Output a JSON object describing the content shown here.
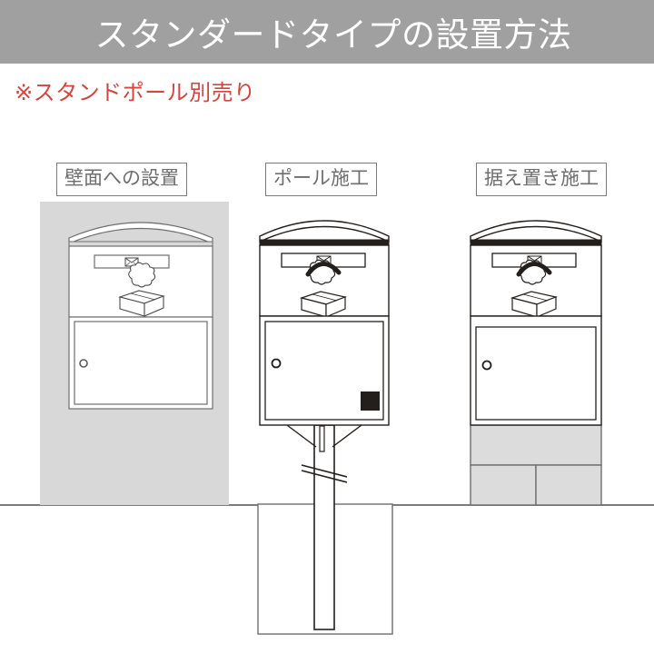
{
  "header": {
    "title": "スタンダードタイプの設置方法",
    "bar_color": "#a0a0a0",
    "title_color": "#ffffff"
  },
  "note": {
    "text": "※スタンドポール別売り",
    "color": "#d6443c"
  },
  "columns": [
    {
      "id": "wall",
      "label": "壁面への設置",
      "description": "wall-mounted standard mailbox on gray wall panel",
      "has_wall_panel": true,
      "has_pole": false,
      "has_base_blocks": false,
      "top_trim_color": "#d9d9d9",
      "parcel_icon": "parcel-box-flower",
      "slot_icon": "envelope-icon",
      "lock_icon": "round-lock-icon"
    },
    {
      "id": "pole",
      "label": "ポール施工",
      "description": "mailbox mounted on a stand pole buried in a concrete foundation",
      "has_wall_panel": false,
      "has_pole": true,
      "has_base_blocks": false,
      "top_trim_color": "#231f1c",
      "parcel_icon": "parcel-box-person",
      "slot_icon": "envelope-icon",
      "lock_icon": "round-lock-icon",
      "corner_plate": "dark-square-plate",
      "break_symbol": "pole-break-marks",
      "foundation": "buried-concrete-block"
    },
    {
      "id": "stand",
      "label": "据え置き施工",
      "description": "freestanding mailbox resting on stacked gray blocks",
      "has_wall_panel": false,
      "has_pole": false,
      "has_base_blocks": true,
      "top_trim_color": "#231f1c",
      "parcel_icon": "parcel-box-person",
      "slot_icon": "envelope-icon",
      "lock_icon": "round-lock-icon",
      "base_block_color": "#dcdcdc"
    }
  ],
  "colors": {
    "wall_panel": "#d8d8d8",
    "outline": "#6e6e6e",
    "outline_dark": "#3b3b3b",
    "ground": "#7b7b7b",
    "block_fill": "#dcdcdc",
    "background": "#ffffff"
  }
}
